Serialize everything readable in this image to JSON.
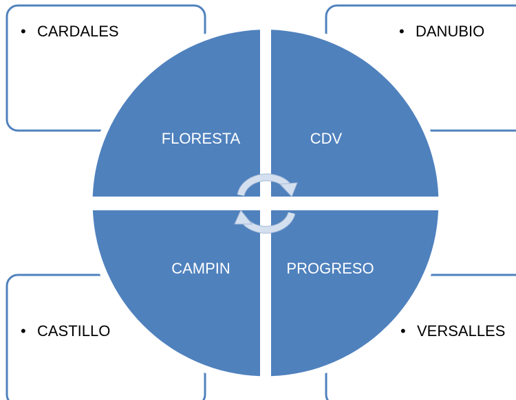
{
  "colors": {
    "quadrant_fill": "#4f81bd",
    "box_border": "#4f81bd",
    "quadrant_text": "#ffffff",
    "box_text": "#000000",
    "arrow": "#d4e0ef"
  },
  "boxes": {
    "top_left": {
      "bullet": "•",
      "text": "CARDALES"
    },
    "top_right": {
      "bullet": "•",
      "text": "DANUBIO"
    },
    "bottom_left": {
      "bullet": "•",
      "text": "CASTILLO"
    },
    "bottom_right": {
      "bullet": "•",
      "text": "VERSALLES"
    }
  },
  "quadrants": {
    "top_left": "FLORESTA",
    "top_right": "CDV",
    "bottom_left": "CAMPIN",
    "bottom_right": "PROGRESO"
  },
  "center_icon": "circular-arrows-icon"
}
